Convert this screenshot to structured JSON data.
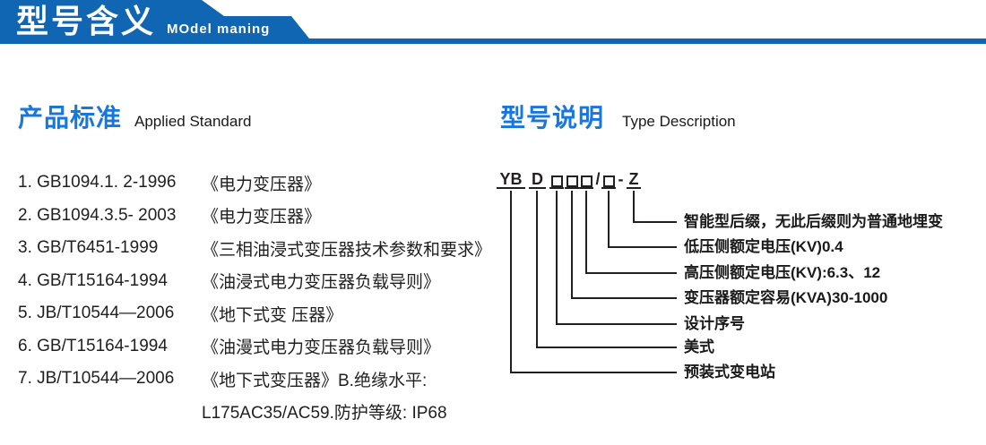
{
  "banner": {
    "title_zh": "型号含义",
    "title_en": "MOdel maning"
  },
  "left_section": {
    "heading_zh": "产品标准",
    "heading_en": "Applied Standard",
    "standards": [
      {
        "code": "1. GB1094.1. 2-1996",
        "title": "《电力变压器》"
      },
      {
        "code": "2. GB1094.3.5- 2003",
        "title": "《电力变压器》"
      },
      {
        "code": "3. GB/T6451-1999",
        "title": "《三相油浸式变压器技术参数和要求》"
      },
      {
        "code": "4. GB/T15164-1994",
        "title": "《油浸式电力变压器负载导则》"
      },
      {
        "code": "5. JB/T10544—2006",
        "title": "《地下式变 压器》"
      },
      {
        "code": "6. GB/T15164-1994",
        "title": "《油漫式电力变压器负载导则》"
      },
      {
        "code": "7. JB/T10544—2006",
        "title": "《地下式变压器》B.绝缘水平:"
      },
      {
        "code": "",
        "title": "L175AC35/AC59.防护等级: IP68"
      }
    ]
  },
  "right_section": {
    "heading_zh": "型号说明",
    "heading_en": "Type Description",
    "model_code": {
      "part_yb": "YB",
      "part_d": "D",
      "slash": "/",
      "dash": "-",
      "suffix": "Z"
    },
    "labels": [
      "智能型后缀，无此后缀则为普通地埋变",
      "低压侧额定电压(KV)0.4",
      "高压侧额定电压(KV):6.3、12",
      "变压器额定容易(KVA)30-1000",
      "设计序号",
      "美式",
      "预装式变电站"
    ]
  },
  "colors": {
    "banner_blue": "#1066b3",
    "heading_blue": "#1777dd",
    "line_black": "#231f20"
  }
}
